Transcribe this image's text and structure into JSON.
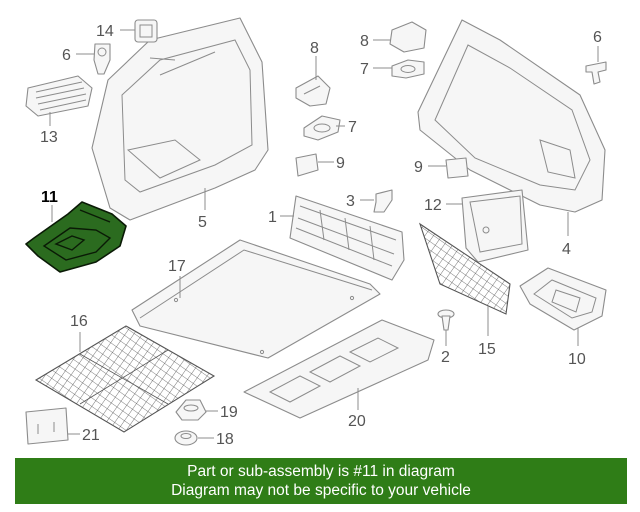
{
  "colors": {
    "banner_bg": "#2f7d17",
    "highlight_fill": "#2b6b1f",
    "line": "#8c8c8c",
    "background": "#ffffff"
  },
  "callouts": [
    {
      "id": "c11",
      "label": "11",
      "part": "storage tray",
      "highlighted": true
    },
    {
      "id": "c14",
      "label": "14",
      "part": "clip"
    },
    {
      "id": "c6l",
      "label": "6",
      "part": "retainer"
    },
    {
      "id": "c13",
      "label": "13",
      "part": "vent grille"
    },
    {
      "id": "c5",
      "label": "5",
      "part": "left side trim panel"
    },
    {
      "id": "c8",
      "label": "8",
      "part": "cover"
    },
    {
      "id": "c7a",
      "label": "7",
      "part": "cap"
    },
    {
      "id": "c9a",
      "label": "9",
      "part": "plug"
    },
    {
      "id": "c3",
      "label": "3",
      "part": "bracket"
    },
    {
      "id": "c1",
      "label": "1",
      "part": "rear sill trim"
    },
    {
      "id": "c17",
      "label": "17",
      "part": "floor cover"
    },
    {
      "id": "c8r",
      "label": "8",
      "part": "cover"
    },
    {
      "id": "c7r",
      "label": "7",
      "part": "cap"
    },
    {
      "id": "c6r",
      "label": "6",
      "part": "retainer"
    },
    {
      "id": "c9r",
      "label": "9",
      "part": "plug"
    },
    {
      "id": "c12",
      "label": "12",
      "part": "storage box"
    },
    {
      "id": "c4",
      "label": "4",
      "part": "right side trim panel"
    },
    {
      "id": "c15",
      "label": "15",
      "part": "side net"
    },
    {
      "id": "c2",
      "label": "2",
      "part": "push clip"
    },
    {
      "id": "c10",
      "label": "10",
      "part": "tray"
    },
    {
      "id": "c16",
      "label": "16",
      "part": "floor net"
    },
    {
      "id": "c19",
      "label": "19",
      "part": "tie-down"
    },
    {
      "id": "c18",
      "label": "18",
      "part": "cap"
    },
    {
      "id": "c21",
      "label": "21",
      "part": "cover"
    },
    {
      "id": "c20",
      "label": "20",
      "part": "floor storage"
    }
  ],
  "banner": {
    "line1": "Part or sub-assembly is #11 in diagram",
    "line2": "Diagram may not be specific to your vehicle"
  }
}
